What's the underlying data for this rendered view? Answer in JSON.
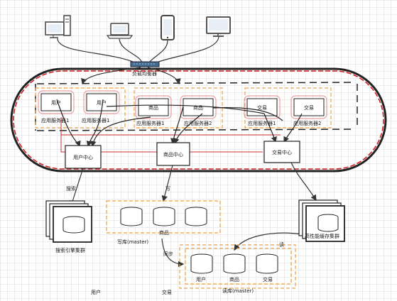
{
  "load_balancer": "负载均衡器",
  "app_servers": [
    {
      "name": "用户",
      "label": "应用服务器1"
    },
    {
      "name": "用户",
      "label": "应用服务器1"
    },
    {
      "name": "商品",
      "label": "应用服务器1"
    },
    {
      "name": "商品",
      "label": "应用服务器2"
    },
    {
      "name": "交易",
      "label": "应用服务器1"
    },
    {
      "name": "交易",
      "label": "应用服务器2"
    }
  ],
  "centers": [
    "用户中心",
    "商品中心",
    "交易中心"
  ],
  "edge_labels": {
    "search": "搜索",
    "write": "写",
    "sync": "同步",
    "read": "读"
  },
  "clusters": {
    "search_engine": "搜索引擎集群",
    "write_db_name": "商品",
    "write_db": "写库(master)",
    "cache": "高性能缓存集群",
    "read_db_items": [
      "用户",
      "商品",
      "交易"
    ],
    "read_db": "读库(master)"
  },
  "footer": [
    "用户",
    "交易"
  ]
}
